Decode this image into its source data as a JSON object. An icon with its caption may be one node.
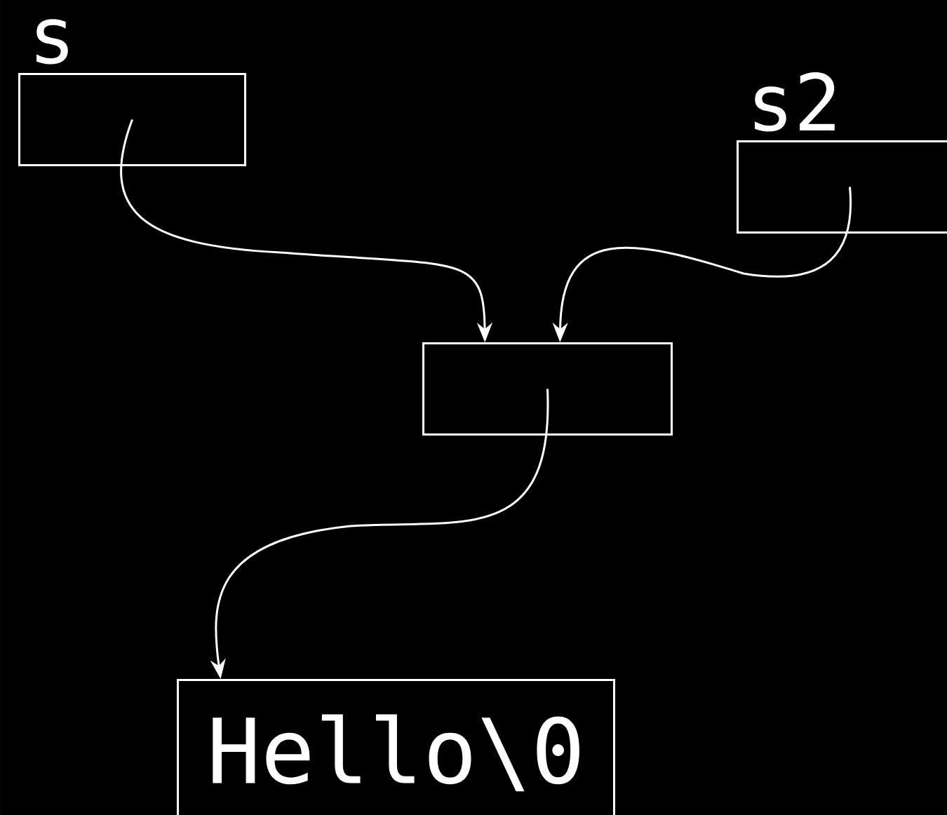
{
  "diagram": {
    "nodes": [
      {
        "text": [
          "s"
        ]
      },
      {
        "text": [
          "s2"
        ]
      },
      {
        "text": [],
        "shape": "box"
      },
      {
        "text": [
          "Hello\\0"
        ]
      }
    ],
    "edges": [
      {
        "from": 0,
        "to": 2,
        "arrow": "to"
      },
      {
        "from": 1,
        "to": 2,
        "arrow": "to"
      },
      {
        "from": 2,
        "to": 3,
        "arrow": "to"
      }
    ]
  }
}
